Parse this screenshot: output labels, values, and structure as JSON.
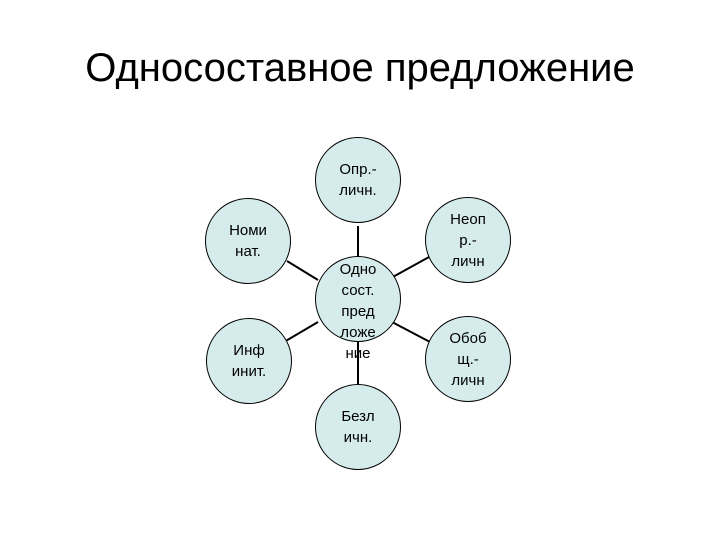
{
  "slide": {
    "title": "Односоставное предложение"
  },
  "diagram": {
    "center": "Одно\nсост.\nпред\nложе\nние",
    "nodes": {
      "top": "Опр.-\nличн.",
      "top_right": "Неоп\nр.-\nличн",
      "bottom_right": "Обоб\nщ.-\nличн",
      "bottom": "Безл\nичн.",
      "bottom_left": "Инф\nинит.",
      "top_left": "Номи\nнат."
    }
  },
  "colors": {
    "node_fill": "#d6ecec",
    "node_stroke": "#000000",
    "line": "#000000"
  }
}
